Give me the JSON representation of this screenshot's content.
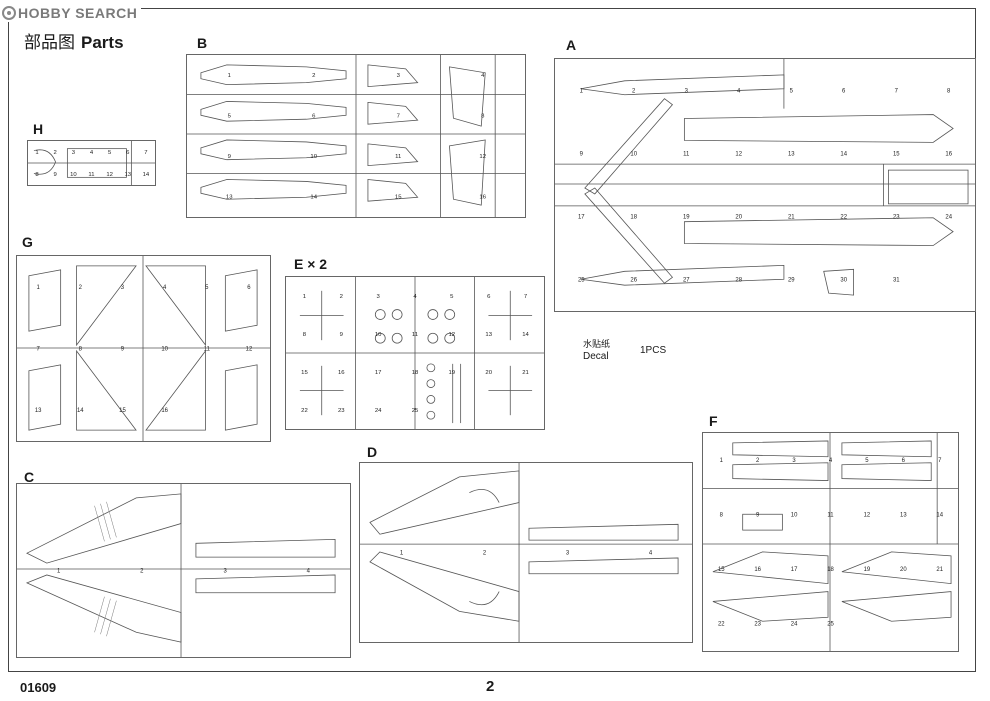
{
  "watermark": "HOBBY SEARCH",
  "title": {
    "cn": "部品图",
    "en": "Parts"
  },
  "sprues": {
    "A": {
      "label": "A",
      "numbers": [
        "1",
        "2",
        "3",
        "4",
        "5",
        "6",
        "7",
        "8",
        "9",
        "10",
        "11",
        "12",
        "13",
        "14",
        "15",
        "16",
        "17",
        "18",
        "19",
        "20",
        "21",
        "22",
        "23",
        "24",
        "25",
        "26",
        "27",
        "28",
        "29",
        "30",
        "31"
      ]
    },
    "B": {
      "label": "B",
      "numbers": [
        "1",
        "2",
        "3",
        "4",
        "5",
        "6",
        "7",
        "8",
        "9",
        "10",
        "11",
        "12",
        "13",
        "14",
        "15",
        "16"
      ]
    },
    "C": {
      "label": "C",
      "numbers": [
        "1",
        "2",
        "3",
        "4"
      ]
    },
    "D": {
      "label": "D",
      "numbers": [
        "1",
        "2",
        "3",
        "4"
      ]
    },
    "E": {
      "label": "E × 2",
      "numbers": [
        "1",
        "2",
        "3",
        "4",
        "5",
        "6",
        "7",
        "8",
        "9",
        "10",
        "11",
        "12",
        "13",
        "14",
        "15",
        "16",
        "17",
        "18",
        "19",
        "20",
        "21",
        "22",
        "23",
        "24",
        "25"
      ]
    },
    "F": {
      "label": "F",
      "numbers": [
        "1",
        "2",
        "3",
        "4",
        "5",
        "6",
        "7",
        "8",
        "9",
        "10",
        "11",
        "12",
        "13",
        "14",
        "15",
        "16",
        "17",
        "18",
        "19",
        "20",
        "21",
        "22",
        "23",
        "24",
        "25"
      ]
    },
    "G": {
      "label": "G",
      "numbers": [
        "1",
        "2",
        "3",
        "4",
        "5",
        "6",
        "7",
        "8",
        "9",
        "10",
        "11",
        "12",
        "13",
        "14",
        "15",
        "16"
      ]
    },
    "H": {
      "label": "H",
      "numbers": [
        "1",
        "2",
        "3",
        "4",
        "5",
        "6",
        "7",
        "8",
        "9",
        "10",
        "11",
        "12",
        "13",
        "14"
      ]
    }
  },
  "decal": {
    "cn": "水贴纸",
    "en": "Decal",
    "qty": "1PCS"
  },
  "footer": {
    "code": "01609",
    "page": "2"
  }
}
